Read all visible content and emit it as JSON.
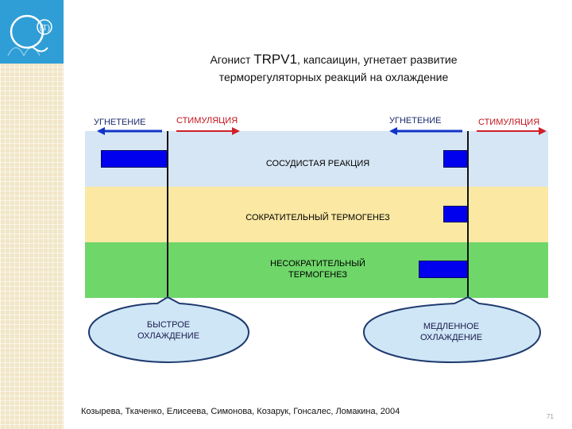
{
  "slide": {
    "title_prefix": "Агонист",
    "title_bold": "TRPV1",
    "title_suffix": ", капсаицин, угнетает развитие",
    "title_line2": "терморегуляторных реакций на охлаждение",
    "labels": {
      "inhibition_left": "УГНЕТЕНИЕ",
      "stimulation_left": "СТИМУЛЯЦИЯ",
      "inhibition_right": "УГНЕТЕНИЕ",
      "stimulation_right": "СТИМУЛЯЦИЯ"
    },
    "bands": [
      {
        "label": "СОСУДИСТАЯ РЕАКЦИЯ",
        "color": "#d6e6f4"
      },
      {
        "label": "СОКРАТИТЕЛЬНЫЙ ТЕРМОГЕНЕЗ",
        "color": "#fbe8a3"
      },
      {
        "label_line1": "НЕСОКРАТИТЕЛЬНЫЙ",
        "label_line2": "ТЕРМОГЕНЕЗ",
        "color": "#6fd66a"
      }
    ],
    "callouts": {
      "fast_line1": "БЫСТРОЕ",
      "fast_line2": "ОХЛАЖДЕНИЕ",
      "slow_line1": "МЕДЛЕННОЕ",
      "slow_line2": "ОХЛАЖДЕНИЕ"
    },
    "citation": "Козырева, Ткаченко, Елисеева, Симонова, Козарук, Гонсалес, Ломакина, 2004",
    "page_number": "71",
    "logo_text": "(T)",
    "colors": {
      "inhibition_arrow": "#1034c8",
      "stimulation_arrow": "#d0202a",
      "bar": "#0000ee",
      "logo_bg": "#2f9ed6"
    }
  }
}
